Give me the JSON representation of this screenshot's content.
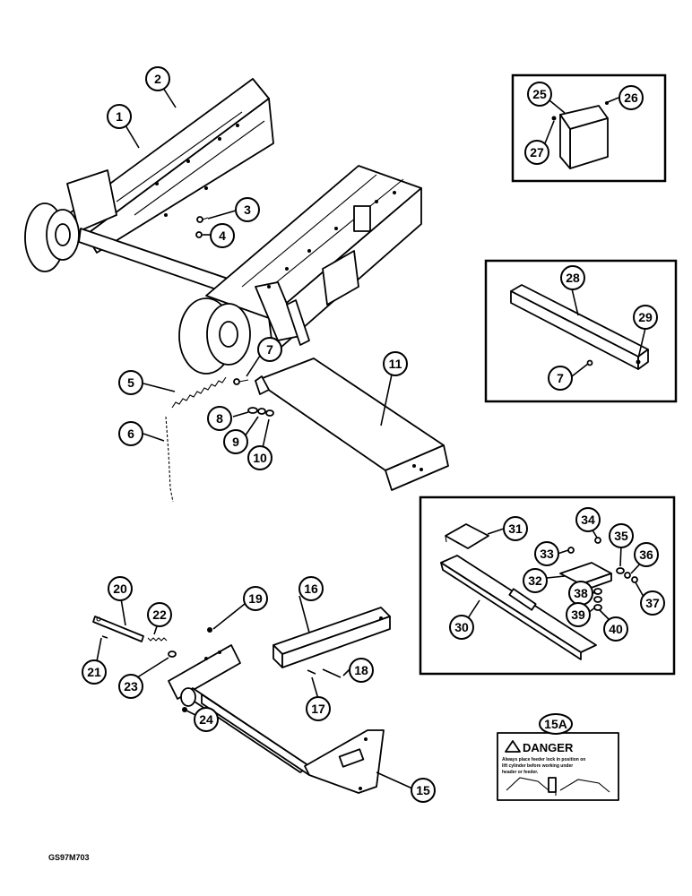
{
  "diagram": {
    "drawing_code": "GS97M703",
    "callouts": [
      "1",
      "2",
      "3",
      "4",
      "5",
      "6",
      "7",
      "7",
      "8",
      "9",
      "10",
      "11",
      "15",
      "15A",
      "16",
      "17",
      "18",
      "19",
      "20",
      "21",
      "22",
      "23",
      "24",
      "25",
      "26",
      "27",
      "28",
      "29",
      "30",
      "31",
      "32",
      "33",
      "34",
      "35",
      "36",
      "37",
      "38",
      "39",
      "40"
    ],
    "danger_decal": {
      "title": "DANGER",
      "lines": [
        "Always place feeder lock in position on",
        "lift cylinder before working under",
        "header or feeder."
      ]
    }
  }
}
